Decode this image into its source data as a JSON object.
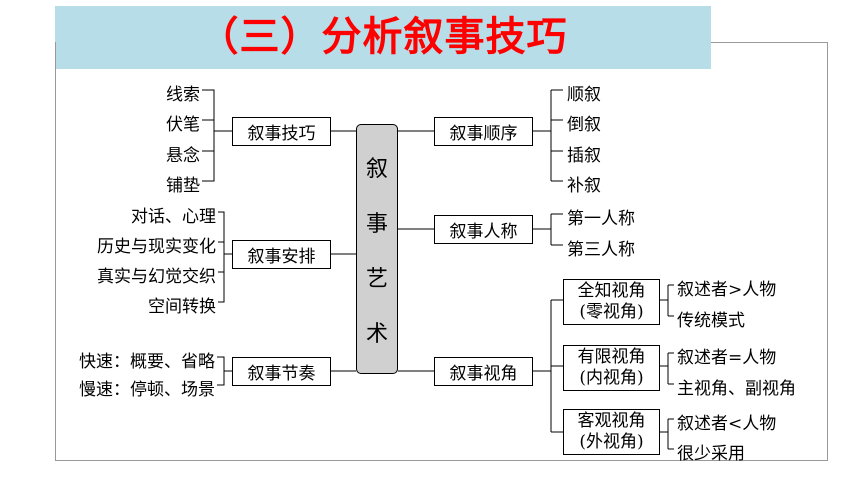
{
  "title": "（三）分析叙事技巧",
  "center": [
    "叙",
    "事",
    "艺",
    "术"
  ],
  "left": [
    {
      "label": "叙事技巧",
      "items": [
        "线索",
        "伏笔",
        "悬念",
        "铺垫"
      ]
    },
    {
      "label": "叙事安排",
      "items": [
        "对话、心理",
        "历史与现实变化",
        "真实与幻觉交织",
        "空间转换"
      ]
    },
    {
      "label": "叙事节奏",
      "items": [
        "快速：概要、省略",
        "慢速：停顿、场景"
      ]
    }
  ],
  "right": [
    {
      "label": "叙事顺序",
      "items": [
        "顺叙",
        "倒叙",
        "插叙",
        "补叙"
      ]
    },
    {
      "label": "叙事人称",
      "items": [
        "第一人称",
        "第三人称"
      ]
    },
    {
      "label": "叙事视角",
      "subs": [
        {
          "name": "全知视角",
          "alt": "(零视角)",
          "items": [
            "叙述者>人物",
            "传统模式"
          ]
        },
        {
          "name": "有限视角",
          "alt": "(内视角)",
          "items": [
            "叙述者=人物",
            "主视角、副视角"
          ]
        },
        {
          "name": "客观视角",
          "alt": "(外视角)",
          "items": [
            "叙述者<人物",
            "很少采用"
          ]
        }
      ]
    }
  ]
}
